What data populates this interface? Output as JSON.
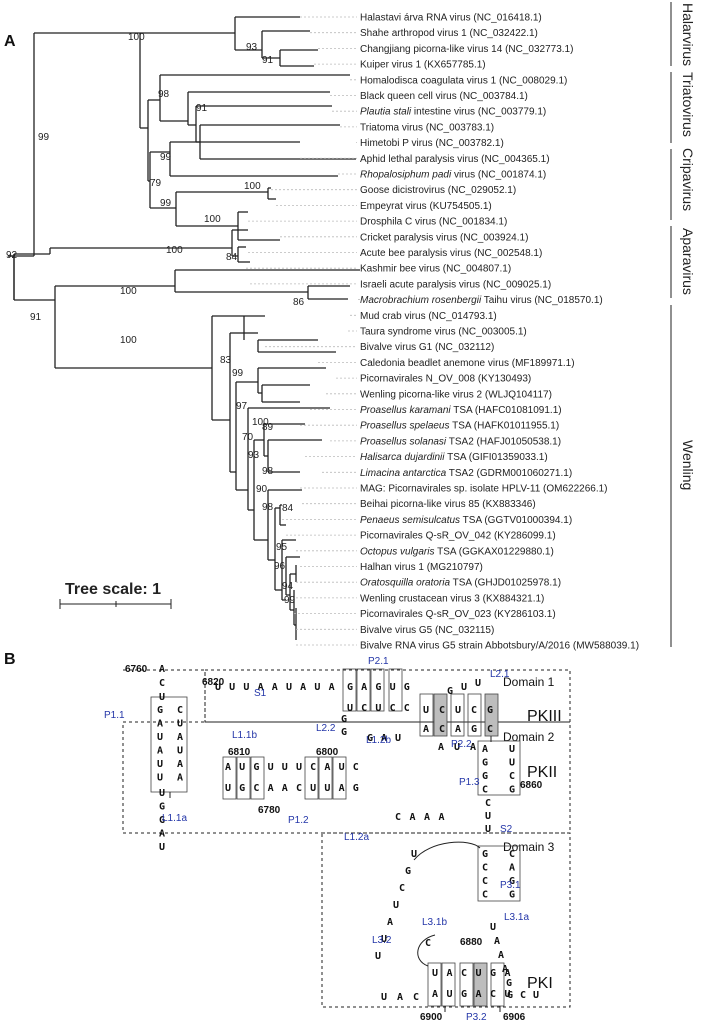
{
  "panelA": {
    "label": "A",
    "scale_label": "Tree scale: 1"
  },
  "panelB": {
    "label": "B"
  },
  "leaves": [
    {
      "name": "Halastavi árva RNA virus (NC_016418.1)"
    },
    {
      "name": "Shahe arthropod virus 1 (NC_032422.1)"
    },
    {
      "name": "Changjiang picorna-like virus 14 (NC_032773.1)"
    },
    {
      "name": "Kuiper virus 1 (KX657785.1)"
    },
    {
      "name": "Homalodisca coagulata virus 1 (NC_008029.1)"
    },
    {
      "name": "Black queen cell virus (NC_003784.1)"
    },
    {
      "italic": "Plautia stali",
      "name": " intestine virus (NC_003779.1)"
    },
    {
      "name": "Triatoma virus (NC_003783.1)"
    },
    {
      "name": "Himetobi P virus (NC_003782.1)"
    },
    {
      "name": "Aphid lethal paralysis virus (NC_004365.1)"
    },
    {
      "italic": "Rhopalosiphum padi",
      "name": " virus (NC_001874.1)"
    },
    {
      "name": "Goose dicistrovirus (NC_029052.1)"
    },
    {
      "name": "Empeyrat virus (KU754505.1)"
    },
    {
      "name": "Drosphila C virus (NC_001834.1)"
    },
    {
      "name": "Cricket paralysis virus (NC_003924.1)"
    },
    {
      "name": "Acute bee paralysis virus (NC_002548.1)"
    },
    {
      "name": "Kashmir bee virus (NC_004807.1)"
    },
    {
      "name": "Israeli acute paralysis virus (NC_009025.1)"
    },
    {
      "italic": "Macrobrachium rosenbergii",
      "name": " Taihu virus (NC_018570.1)"
    },
    {
      "name": "Mud crab virus (NC_014793.1)"
    },
    {
      "name": "Taura syndrome virus (NC_003005.1)"
    },
    {
      "name": "Bivalve virus G1 (NC_032112)"
    },
    {
      "name": "Caledonia beadlet anemone virus (MF189971.1)"
    },
    {
      "name": "Picornavirales N_OV_008 (KY130493)"
    },
    {
      "name": "Wenling picorna-like virus  2 (WLJQ104117)"
    },
    {
      "italic": "Proasellus karamani",
      "name": " TSA (HAFC01081091.1)"
    },
    {
      "italic": "Proasellus spelaeus",
      "name": " TSA (HAFK01011955.1)"
    },
    {
      "italic": "Proasellus solanasi",
      "name": " TSA2 (HAFJ01050538.1)"
    },
    {
      "italic": "Halisarca dujardinii",
      "name": " TSA (GIFI01359033.1)"
    },
    {
      "italic": "Limacina antarctica",
      "name": " TSA2 (GDRM001060271.1)"
    },
    {
      "name": "MAG: Picornavirales sp. isolate HPLV-11 (OM622266.1)"
    },
    {
      "name": "Beihai picorna-like virus 85 (KX883346)"
    },
    {
      "italic": "Penaeus semisulcatus",
      "name": " TSA (GGTV01000394.1)"
    },
    {
      "name": "Picornavirales Q-sR_OV_042 (KY286099.1)"
    },
    {
      "italic": "Octopus vulgaris",
      "name": " TSA (GGKAX01229880.1)"
    },
    {
      "name": "Halhan virus 1 (MG210797)"
    },
    {
      "italic": "Oratosquilla oratoria",
      "name": " TSA (GHJD01025978.1)"
    },
    {
      "name": "Wenling crustacean virus 3 (KX884321.1)"
    },
    {
      "name": "Picornavirales Q-sR_OV_023 (KY286103.1)"
    },
    {
      "name": "Bivalve virus G5 (NC_032115)"
    },
    {
      "name": "Bivalve RNA virus G5 strain Abbotsbury/A/2016 (MW588039.1)"
    }
  ],
  "bootstraps": [
    "100",
    "93",
    "91",
    "98",
    "91",
    "99",
    "99",
    "79",
    "100",
    "99",
    "100",
    "100",
    "84",
    "92",
    "100",
    "86",
    "91",
    "100",
    "83",
    "99",
    "97",
    "100",
    "70",
    "89",
    "93",
    "98",
    "90",
    "98",
    "84",
    "95",
    "96",
    "94",
    "99"
  ],
  "families": [
    "Halarvirus",
    "Triatovirus",
    "Cripavirus",
    "Aparavirus",
    "Wenling"
  ],
  "rna": {
    "positions": [
      "6760",
      "6820",
      "6810",
      "6800",
      "6780",
      "6860",
      "6880",
      "6900",
      "6906"
    ],
    "helices": [
      "S1",
      "P2.1",
      "L2.1",
      "P1.1",
      "L2.2",
      "P2.2",
      "L1.1b",
      "L1.2b",
      "P1.3",
      "L1.1a",
      "P1.2",
      "L1.2a",
      "S2",
      "P3.1",
      "L3.1a",
      "L3.2",
      "L3.1b",
      "P3.2"
    ],
    "domains": [
      "Domain 1",
      "Domain 2",
      "Domain 3"
    ],
    "pseudoknots": [
      "PKIII",
      "PKII",
      "PKI"
    ],
    "nucleotides": {
      "strand_top": "ACU",
      "s1_loop": "UUUAAUAUA",
      "p21_top": "GAGUG",
      "p21_bot": "UCUCC",
      "p11_left": "GAUAUU",
      "p11_right": "CUAUAA",
      "lower_left": "UGGAU",
      "l22": "GG",
      "gau": "GAU",
      "l21": "GUU",
      "p22_top": "UCUCG",
      "p22_bot": "ACAGC",
      "p12_top": "AUGUUUCAUC",
      "p12_bot": "UGCAACUUAG",
      "au_top": "AUA",
      "caaa": "CAAA",
      "p13_left": "AGGC",
      "p13_right": "UUCG",
      "s2": "CUU",
      "p31_left": "GCCC",
      "p31_right": "CAGG",
      "l32": "UGCUAUU",
      "l31": "UAAAG",
      "pk1_top": "UACUGA",
      "pk1_bot": "AUGACU",
      "tail": "GCU",
      "uac": "UAC",
      "c": "C"
    }
  },
  "colors": {
    "accent_blue": "#2436a8",
    "highlight_grey": "#bdbdbd",
    "line": "#222222"
  }
}
